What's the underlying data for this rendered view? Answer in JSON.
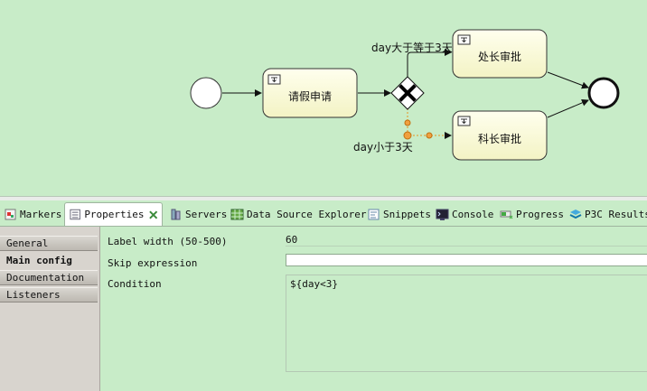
{
  "diagram": {
    "tasks": [
      {
        "id": "t1",
        "label": "请假申请"
      },
      {
        "id": "t2",
        "label": "处长审批"
      },
      {
        "id": "t3",
        "label": "科长审批"
      }
    ],
    "flows": [
      {
        "id": "f1",
        "label": "day大于等于3天"
      },
      {
        "id": "f2",
        "label": "day小于3天"
      }
    ]
  },
  "tabs": [
    {
      "label": "Markers",
      "icon": "markers-icon"
    },
    {
      "label": "Properties",
      "icon": "properties-icon",
      "active": true
    },
    {
      "label": "Servers",
      "icon": "servers-icon"
    },
    {
      "label": "Data Source Explorer",
      "icon": "data-source-icon"
    },
    {
      "label": "Snippets",
      "icon": "snippets-icon"
    },
    {
      "label": "Console",
      "icon": "console-icon"
    },
    {
      "label": "Progress",
      "icon": "progress-icon"
    },
    {
      "label": "P3C Results",
      "icon": "p3c-icon"
    }
  ],
  "nav": {
    "items": [
      {
        "label": "General"
      },
      {
        "label": "Main config",
        "selected": true
      },
      {
        "label": "Documentation"
      },
      {
        "label": "Listeners"
      }
    ]
  },
  "properties": {
    "label_width_label": "Label width (50-500)",
    "label_width_value": "60",
    "skip_expression_label": "Skip expression",
    "skip_expression_value": "",
    "condition_label": "Condition",
    "condition_value": "${day<3}"
  },
  "colors": {
    "canvas_bg": "#c8ecc8",
    "task_fill": "#ffffd9",
    "selected_flow": "#e8931f"
  }
}
